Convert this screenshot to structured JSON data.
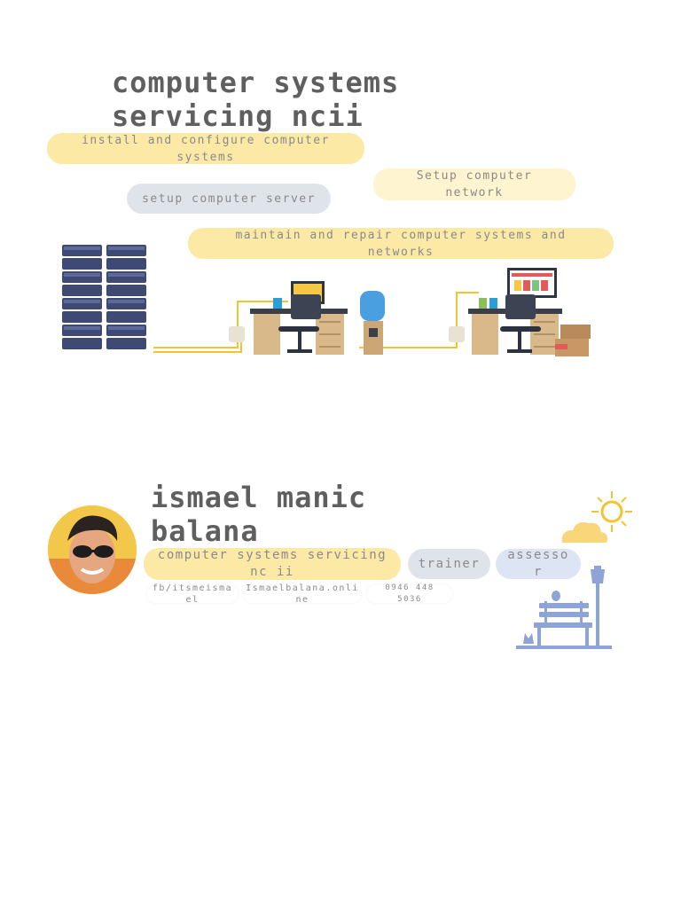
{
  "header": {
    "title_line1": "computer systems",
    "title_line2": "servicing ncii"
  },
  "competencies": [
    "install and configure computer systems",
    "Setup computer network",
    "setup computer server",
    "maintain and repair computer systems and networks"
  ],
  "profile": {
    "name_line1": "ismael manic",
    "name_line2": "balana",
    "tags": [
      "computer systems servicing nc ii",
      "trainer",
      "assesso r"
    ],
    "contacts": [
      "fb/itsmeisma el",
      "Ismaelbalana.onli ne",
      "0946 448 5036"
    ]
  },
  "illustrations": {
    "network": "office-network-illustration",
    "park": "park-bench-illustration"
  },
  "colors": {
    "yellow": "#fde9a6",
    "gray": "#dfe3ea",
    "blue": "#dde5f5",
    "title": "#5f5f5f",
    "accent_blue": "#8ea3d6"
  }
}
